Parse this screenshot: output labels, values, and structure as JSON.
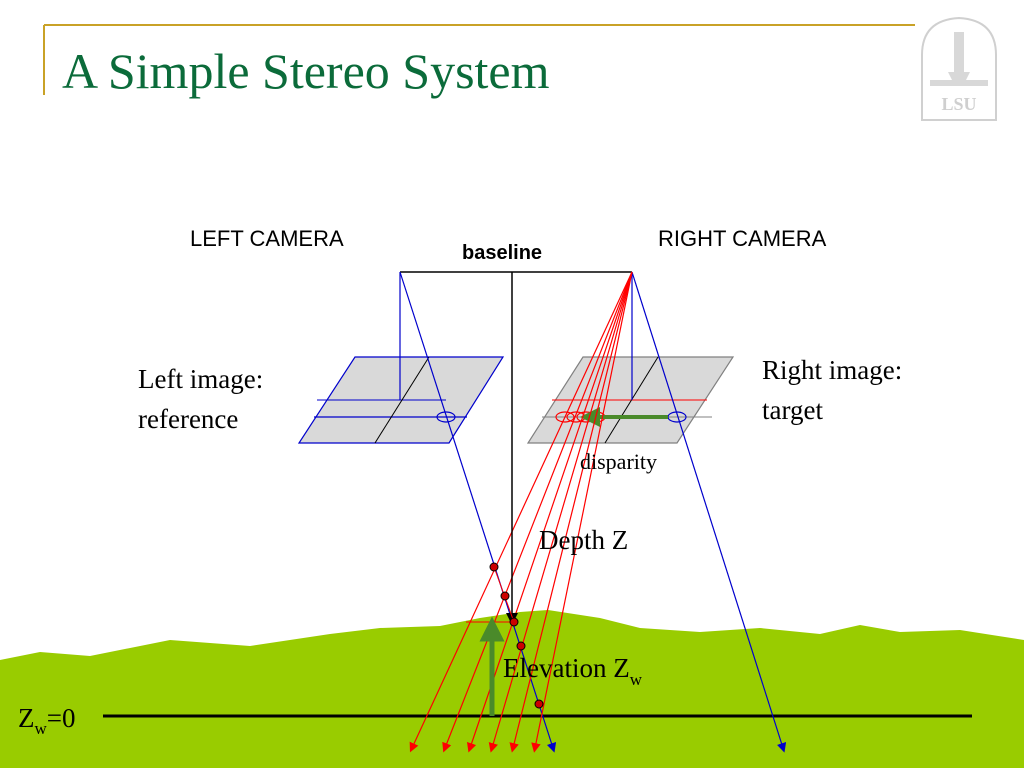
{
  "slide": {
    "title": "A Simple Stereo System",
    "logo_text": "LSU"
  },
  "labels": {
    "left_camera": "LEFT CAMERA",
    "right_camera": "RIGHT CAMERA",
    "baseline": "baseline",
    "left_image_line1": "Left image:",
    "left_image_line2": "reference",
    "right_image_line1": "Right image:",
    "right_image_line2": "target",
    "disparity": "disparity",
    "depth": "Depth Z",
    "elevation": "Elevation Z",
    "elevation_sub": "w",
    "zw_z": "Z",
    "zw_sub": "w",
    "zw_eq": "=0"
  },
  "colors": {
    "title": "#0b6b3a",
    "accent_line": "#c9a227",
    "ground": "#99cc00",
    "image_plane": "#d9d9d9",
    "left_rays": "#0000cc",
    "right_rays": "#ff0000",
    "disparity_arrow": "#4a8a2a",
    "elevation_arrow": "#4a8a2a",
    "point_fill": "#cc0000"
  }
}
